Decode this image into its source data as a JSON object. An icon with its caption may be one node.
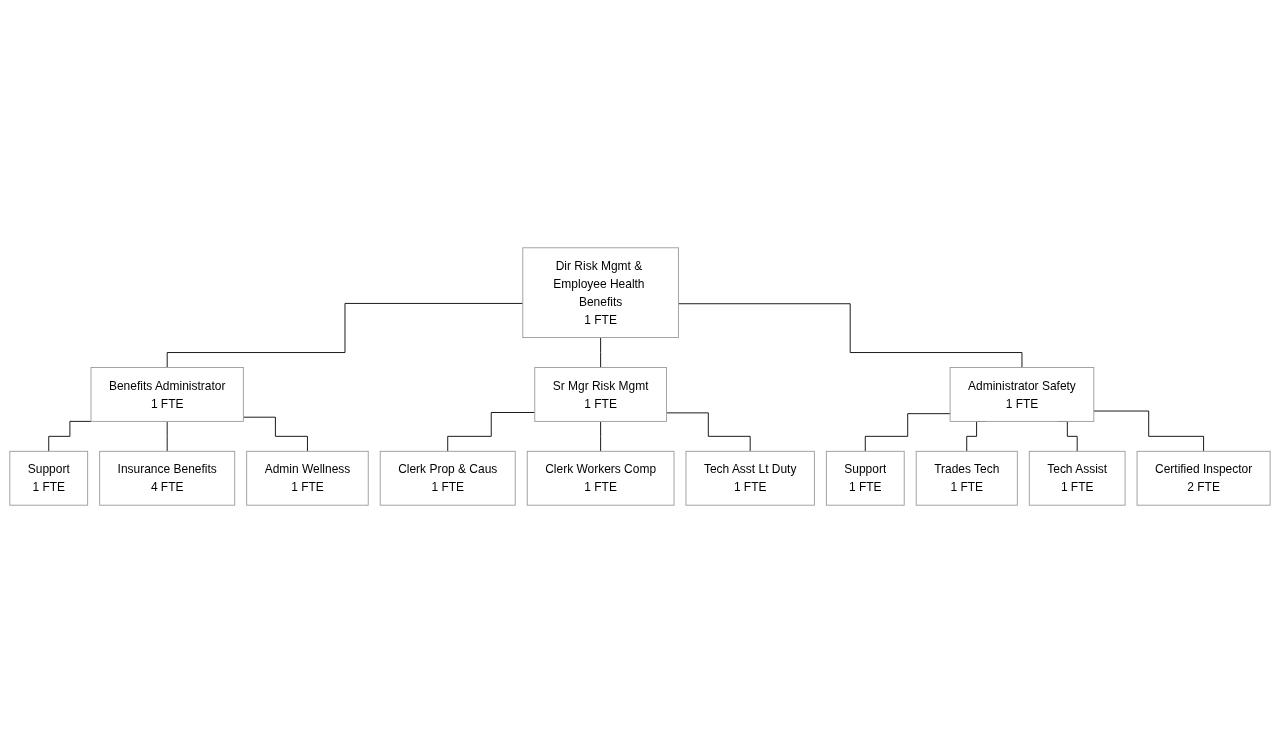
{
  "diagram": {
    "nodes": [
      {
        "text": [
          "Dir Risk Mgmt & Employee Health Benefits",
          "1 FTE"
        ]
      },
      {
        "text": [
          "Benefits Administrator",
          "1 FTE"
        ]
      },
      {
        "text": [
          "Sr Mgr Risk Mgmt",
          "1 FTE"
        ]
      },
      {
        "text": [
          "Administrator Safety",
          "1 FTE"
        ]
      },
      {
        "text": [
          "Support",
          "1 FTE"
        ]
      },
      {
        "text": [
          "Insurance Benefits",
          "4 FTE"
        ]
      },
      {
        "text": [
          "Admin Wellness",
          "1 FTE"
        ]
      },
      {
        "text": [
          "Clerk Prop & Caus",
          "1 FTE"
        ]
      },
      {
        "text": [
          "Clerk Workers Comp",
          "1 FTE"
        ]
      },
      {
        "text": [
          "Tech Asst Lt Duty",
          "1 FTE"
        ]
      },
      {
        "text": [
          "Support",
          "1 FTE"
        ]
      },
      {
        "text": [
          "Trades Tech",
          "1 FTE"
        ]
      },
      {
        "text": [
          "Tech Assist",
          "1 FTE"
        ]
      },
      {
        "text": [
          "Certified Inspector",
          "2 FTE"
        ]
      }
    ],
    "edges": [
      {
        "from": 0,
        "to": 1,
        "arrow": "none"
      },
      {
        "from": 0,
        "to": 2,
        "arrow": "none"
      },
      {
        "from": 0,
        "to": 3,
        "arrow": "none"
      },
      {
        "from": 1,
        "to": 4,
        "arrow": "none"
      },
      {
        "from": 1,
        "to": 5,
        "arrow": "none"
      },
      {
        "from": 1,
        "to": 6,
        "arrow": "none"
      },
      {
        "from": 2,
        "to": 7,
        "arrow": "none"
      },
      {
        "from": 2,
        "to": 8,
        "arrow": "none"
      },
      {
        "from": 2,
        "to": 9,
        "arrow": "none"
      },
      {
        "from": 3,
        "to": 10,
        "arrow": "none"
      },
      {
        "from": 3,
        "to": 11,
        "arrow": "none"
      },
      {
        "from": 3,
        "to": 12,
        "arrow": "none"
      },
      {
        "from": 3,
        "to": 13,
        "arrow": "none"
      }
    ]
  }
}
